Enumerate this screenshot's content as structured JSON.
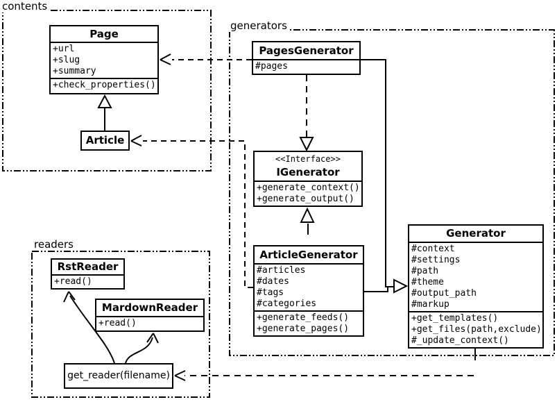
{
  "diagram": {
    "packages": [
      {
        "id": "contents",
        "label": "contents"
      },
      {
        "id": "generators",
        "label": "generators"
      },
      {
        "id": "readers",
        "label": "readers"
      }
    ],
    "classes": {
      "page": {
        "title": "Page",
        "attributes": [
          "+url",
          "+slug",
          "+summary"
        ],
        "methods": [
          "+check_properties()"
        ]
      },
      "article": {
        "title": "Article"
      },
      "pagesGenerator": {
        "title": "PagesGenerator",
        "attributes": [
          "#pages"
        ]
      },
      "igenerator": {
        "stereotype": "<<Interface>>",
        "title": "IGenerator",
        "methods": [
          "+generate_context()",
          "+generate_output()"
        ]
      },
      "articleGenerator": {
        "title": "ArticleGenerator",
        "attributes": [
          "#articles",
          "#dates",
          "#tags",
          "#categories"
        ],
        "methods": [
          "+generate_feeds()",
          "+generate_pages()"
        ]
      },
      "generator": {
        "title": "Generator",
        "attributes": [
          "#context",
          "#settings",
          "#path",
          "#theme",
          "#output_path",
          "#markup"
        ],
        "methods": [
          "+get_templates()",
          "+get_files(path,exclude)",
          "#_update_context()"
        ]
      },
      "rstReader": {
        "title": "RstReader",
        "methods": [
          "+read()"
        ]
      },
      "mardownReader": {
        "title": "MardownReader",
        "methods": [
          "+read()"
        ]
      },
      "getReader": {
        "label": "get_reader(filename)"
      }
    },
    "relationships": [
      {
        "from": "Article",
        "to": "Page",
        "type": "inheritance"
      },
      {
        "from": "PagesGenerator",
        "to": "Page",
        "type": "dependency"
      },
      {
        "from": "ArticleGenerator",
        "to": "Article",
        "type": "dependency"
      },
      {
        "from": "PagesGenerator",
        "to": "IGenerator",
        "type": "realization"
      },
      {
        "from": "ArticleGenerator",
        "to": "IGenerator",
        "type": "realization"
      },
      {
        "from": "PagesGenerator",
        "to": "Generator",
        "type": "inheritance"
      },
      {
        "from": "ArticleGenerator",
        "to": "Generator",
        "type": "inheritance"
      },
      {
        "from": "Generator",
        "to": "get_reader(filename)",
        "type": "dependency"
      },
      {
        "from": "get_reader(filename)",
        "to": "RstReader",
        "type": "arrow"
      },
      {
        "from": "get_reader(filename)",
        "to": "MardownReader",
        "type": "arrow"
      }
    ]
  },
  "colors": {
    "line": "#000000",
    "background": "#ffffff"
  }
}
